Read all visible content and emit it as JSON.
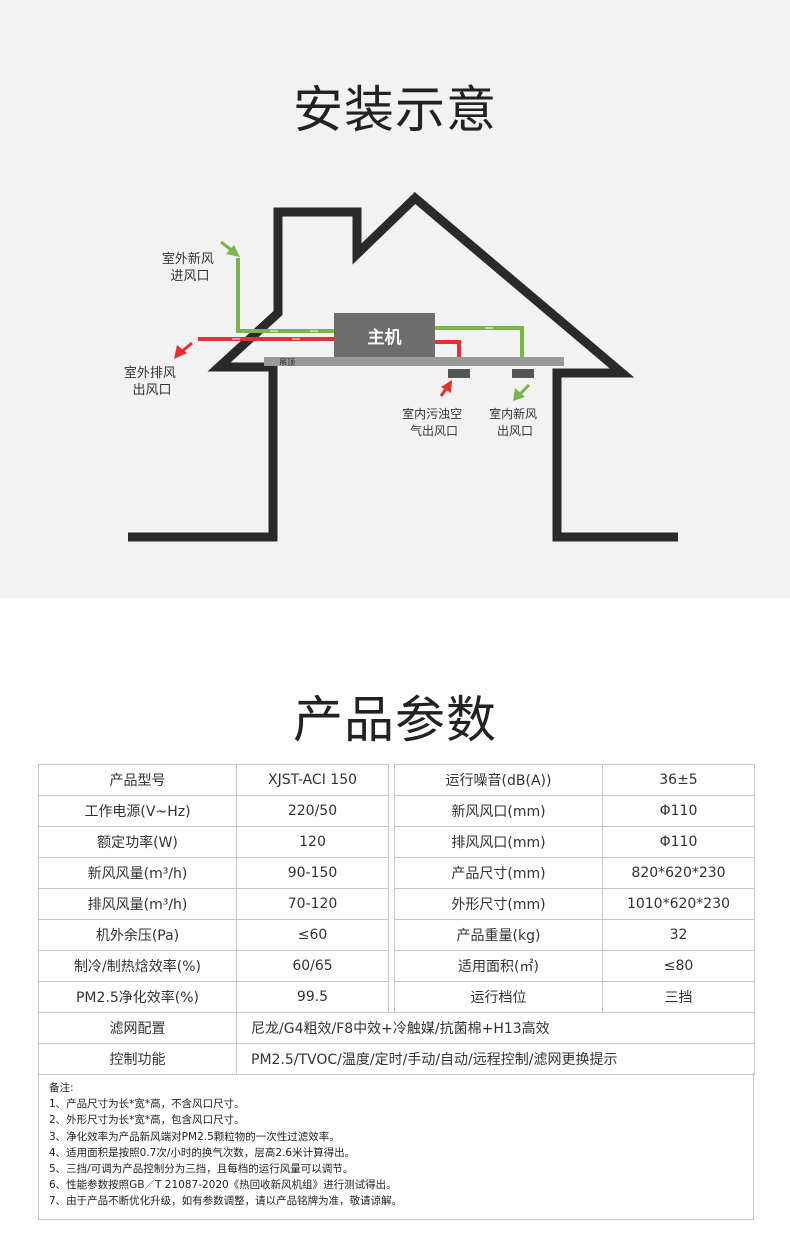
{
  "install": {
    "title": "安装示意",
    "host_label": "主机",
    "ceiling_label": "吊顶",
    "labels": {
      "outdoor_fresh_in": [
        "室外新风",
        "进风口"
      ],
      "outdoor_exhaust_out": [
        "室外排风",
        "出风口"
      ],
      "indoor_dirty_out": [
        "室内污浊空",
        "气出风口"
      ],
      "indoor_fresh_out": [
        "室内新风",
        "出风口"
      ]
    },
    "colors": {
      "fresh": "#7ab648",
      "exhaust": "#e53030",
      "house": "#2a2a2a",
      "host": "#6d6d6d"
    }
  },
  "params": {
    "title": "产品参数",
    "rows": [
      [
        "产品型号",
        "XJST-ACI 150",
        "运行噪音(dB(A))",
        "36±5"
      ],
      [
        "工作电源(V~Hz)",
        "220/50",
        "新风风口(mm)",
        "Φ110"
      ],
      [
        "额定功率(W)",
        "120",
        "排风风口(mm)",
        "Φ110"
      ],
      [
        "新风风量(m³/h)",
        "90-150",
        "产品尺寸(mm)",
        "820*620*230"
      ],
      [
        "排风风量(m³/h)",
        "70-120",
        "外形尺寸(mm)",
        "1010*620*230"
      ],
      [
        "机外余压(Pa)",
        "≤60",
        "产品重量(kg)",
        "32"
      ],
      [
        "制冷/制热焓效率(%)",
        "60/65",
        "适用面积(㎡)",
        "≤80"
      ],
      [
        "PM2.5净化效率(%)",
        "99.5",
        "运行档位",
        "三挡"
      ]
    ],
    "wide_rows": [
      [
        "滤网配置",
        "尼龙/G4粗效/F8中效+冷触媒/抗菌棉+H13高效"
      ],
      [
        "控制功能",
        "PM2.5/TVOC/温度/定时/手动/自动/远程控制/滤网更换提示"
      ]
    ],
    "notes": [
      "备注:",
      "1、产品尺寸为长*宽*高，不含风口尺寸。",
      "2、外形尺寸为长*宽*高，包含风口尺寸。",
      "3、净化效率为产品新风端对PM2.5颗粒物的一次性过滤效率。",
      "4、适用面积是按照0.7次/小时的换气次数，层高2.6米计算得出。",
      "5、三挡/可调为产品控制分为三挡，且每档的运行风量可以调节。",
      "6、性能参数按照GB／T 21087-2020《热回收新风机组》进行测试得出。",
      "7、由于产品不断优化升级，如有参数调整，请以产品铭牌为准，敬请谅解。"
    ]
  }
}
